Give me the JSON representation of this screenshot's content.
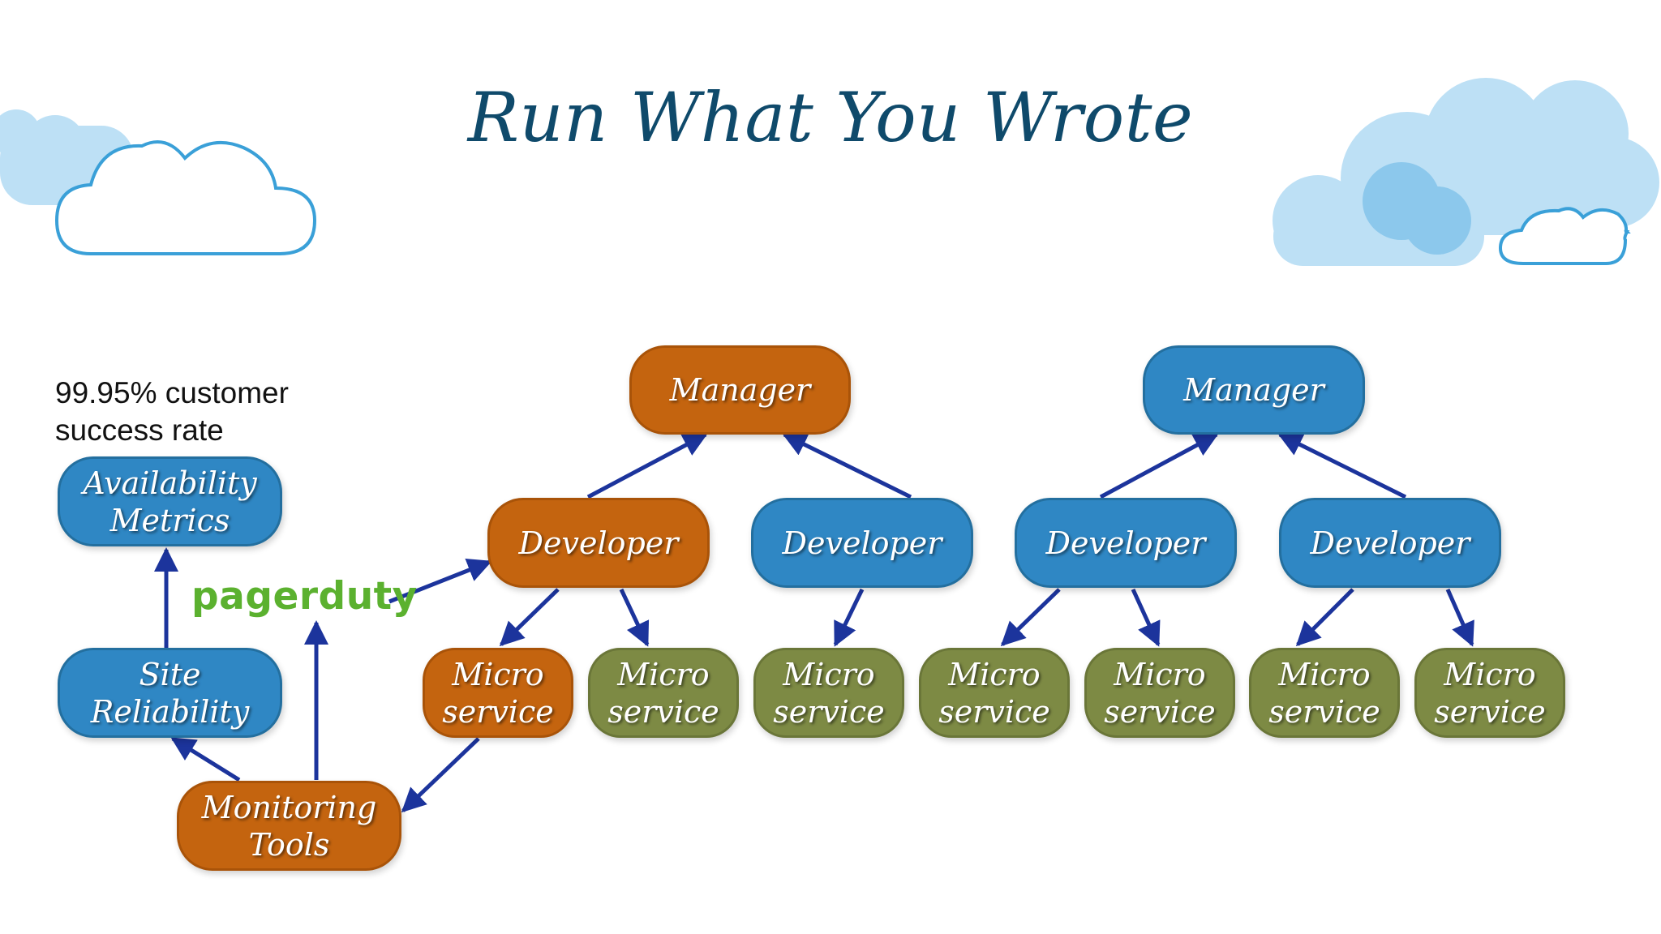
{
  "title": "Run What You Wrote",
  "note": "99.95% customer success rate",
  "pagerduty_logo": "pagerduty",
  "colors": {
    "title": "#0f4a6b",
    "orange": "#c4640f",
    "blue": "#2f87c4",
    "green": "#7d8a44",
    "arrow": "#1c349c",
    "cloud": "#bde0f5",
    "pagerduty": "#5bb12f"
  },
  "nodes": {
    "availability": "Availability\nMetrics",
    "site_reliability": "Site\nReliability",
    "monitoring": "Monitoring\nTools",
    "manager_left": "Manager",
    "manager_right": "Manager",
    "developer_1": "Developer",
    "developer_2": "Developer",
    "developer_3": "Developer",
    "developer_4": "Developer",
    "ms_1": "Micro\nservice",
    "ms_2": "Micro\nservice",
    "ms_3": "Micro\nservice",
    "ms_4": "Micro\nservice",
    "ms_5": "Micro\nservice",
    "ms_6": "Micro\nservice",
    "ms_7": "Micro\nservice"
  }
}
